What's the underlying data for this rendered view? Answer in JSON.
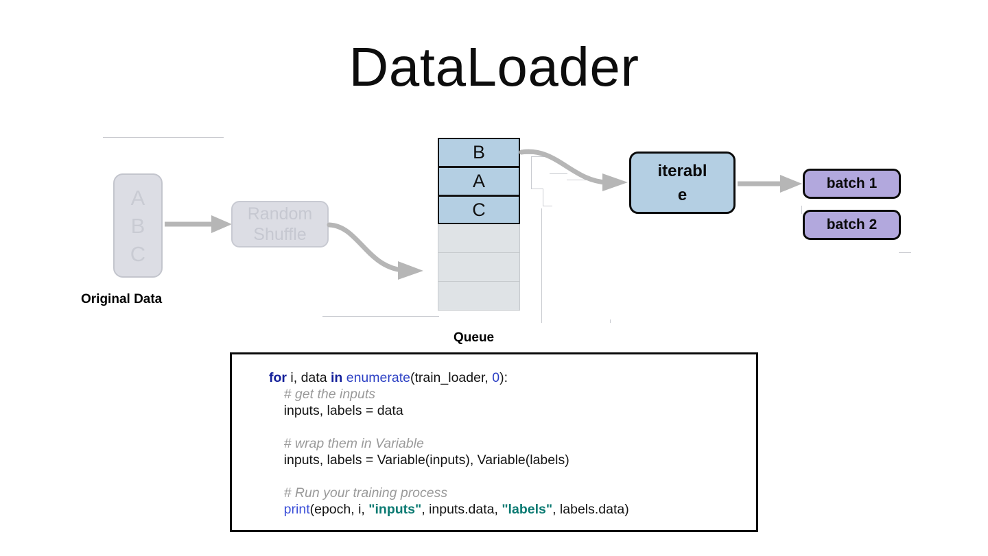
{
  "page": {
    "title": "DataLoader",
    "background_color": "#ffffff"
  },
  "palette": {
    "queue_fill": "#b4cfe3",
    "queue_empty_fill": "#dfe3e6",
    "iterable_fill": "#b4cfe3",
    "batch_fill": "#b2a8dd",
    "faded_fill": "#dcdde4",
    "faded_text": "#c6c8d1",
    "arrow_gray": "#b6b6b6",
    "outline_black": "#0b0b0b",
    "ghost_line": "#c9cbd0",
    "code_keyword": "#14209a",
    "code_function": "#2b3fc4",
    "code_print": "#3b4fd8",
    "code_string": "#0b7a72",
    "code_comment": "#9a9a9a",
    "code_text": "#141414"
  },
  "diagram": {
    "original_data": {
      "label": "Original Data",
      "items": [
        "A",
        "B",
        "C"
      ]
    },
    "shuffle": {
      "line1": "Random",
      "line2": "Shuffle"
    },
    "queue": {
      "label": "Queue",
      "filled_cells": [
        "B",
        "A",
        "C"
      ],
      "empty_cells": [
        "",
        "",
        ""
      ]
    },
    "iterable": {
      "line1": "iterabl",
      "line2": "e"
    },
    "batches": [
      {
        "label": "batch 1"
      },
      {
        "label": "batch 2"
      }
    ]
  },
  "code": {
    "lines": [
      {
        "tokens": [
          {
            "t": "for",
            "c": "kw"
          },
          {
            "t": " i, data ",
            "c": ""
          },
          {
            "t": "in",
            "c": "kw"
          },
          {
            "t": " ",
            "c": ""
          },
          {
            "t": "enumerate",
            "c": "fn"
          },
          {
            "t": "(train_loader, ",
            "c": ""
          },
          {
            "t": "0",
            "c": "num"
          },
          {
            "t": "):",
            "c": ""
          }
        ]
      },
      {
        "tokens": [
          {
            "t": "    # get the inputs",
            "c": "cmt"
          }
        ]
      },
      {
        "tokens": [
          {
            "t": "    inputs, labels = data",
            "c": ""
          }
        ]
      },
      {
        "blank": true
      },
      {
        "tokens": [
          {
            "t": "    # wrap them in Variable",
            "c": "cmt"
          }
        ]
      },
      {
        "tokens": [
          {
            "t": "    inputs, labels = Variable(inputs), Variable(labels)",
            "c": ""
          }
        ]
      },
      {
        "blank": true
      },
      {
        "tokens": [
          {
            "t": "    # Run your training process",
            "c": "cmt"
          }
        ]
      },
      {
        "tokens": [
          {
            "t": "    ",
            "c": ""
          },
          {
            "t": "print",
            "c": "pr"
          },
          {
            "t": "(epoch, i, ",
            "c": ""
          },
          {
            "t": "\"inputs\"",
            "c": "str"
          },
          {
            "t": ", inputs.data, ",
            "c": ""
          },
          {
            "t": "\"labels\"",
            "c": "str"
          },
          {
            "t": ", labels.data)",
            "c": ""
          }
        ]
      }
    ]
  }
}
